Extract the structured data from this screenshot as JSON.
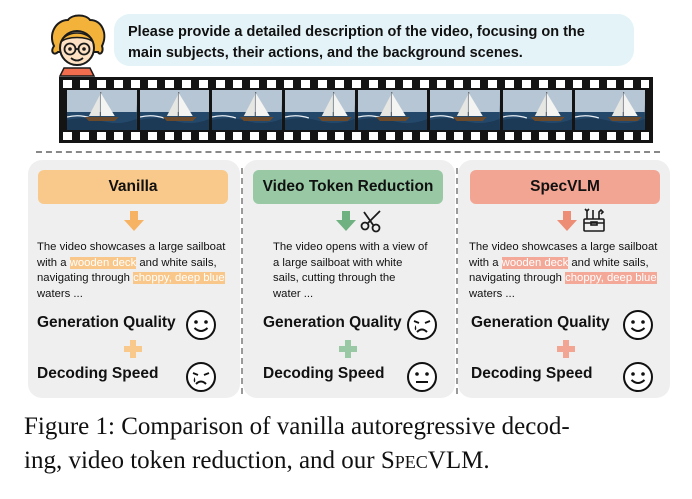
{
  "prompt": {
    "line1": "Please provide a detailed description of the video, focusing on the",
    "line2": "main subjects, their actions, and the background scenes."
  },
  "video": {
    "frame_count": 8
  },
  "panels": [
    {
      "title": "Vanilla",
      "text": [
        [
          "The video showcases a large sailboat"
        ],
        [
          "with a ",
          {
            "hl": "wooden deck"
          },
          " and white sails,"
        ],
        [
          "navigating through ",
          {
            "hl": "choppy, deep blue"
          }
        ],
        [
          "waters ..."
        ]
      ],
      "quality_label": "Generation Quality",
      "speed_label": "Decoding Speed",
      "quality_face": "happy-face-icon",
      "speed_face": "crying-face-icon"
    },
    {
      "title": "Video Token Reduction",
      "text": [
        [
          "The video opens with a view of"
        ],
        [
          "a large sailboat with white"
        ],
        [
          "sails, cutting through the"
        ],
        [
          "water ..."
        ]
      ],
      "quality_label": "Generation Quality",
      "speed_label": "Decoding Speed",
      "quality_face": "crying-face-icon",
      "speed_face": "neutral-face-icon"
    },
    {
      "title": "SpecVLM",
      "text": [
        [
          "The video showcases a large sailboat"
        ],
        [
          "with a ",
          {
            "hl": "wooden deck"
          },
          " and white sails,"
        ],
        [
          "navigating through ",
          {
            "hl": "choppy, deep blue"
          }
        ],
        [
          "waters ..."
        ]
      ],
      "quality_label": "Generation Quality",
      "speed_label": "Decoding Speed",
      "quality_face": "happy-face-icon",
      "speed_face": "happy-face-icon"
    }
  ],
  "caption": {
    "line1": "Figure 1: Comparison of vanilla autoregressive decod-",
    "line2_prefix": "ing, video token reduction, and our ",
    "name_small_caps": "SpecVLM",
    "line2_suffix": "."
  },
  "colors": {
    "prompt_bg": "#e3f3f7",
    "vanilla": "#f8c98a",
    "reduction": "#98c9a4",
    "specvlm": "#f2a593",
    "panel_bg": "#efefef"
  }
}
